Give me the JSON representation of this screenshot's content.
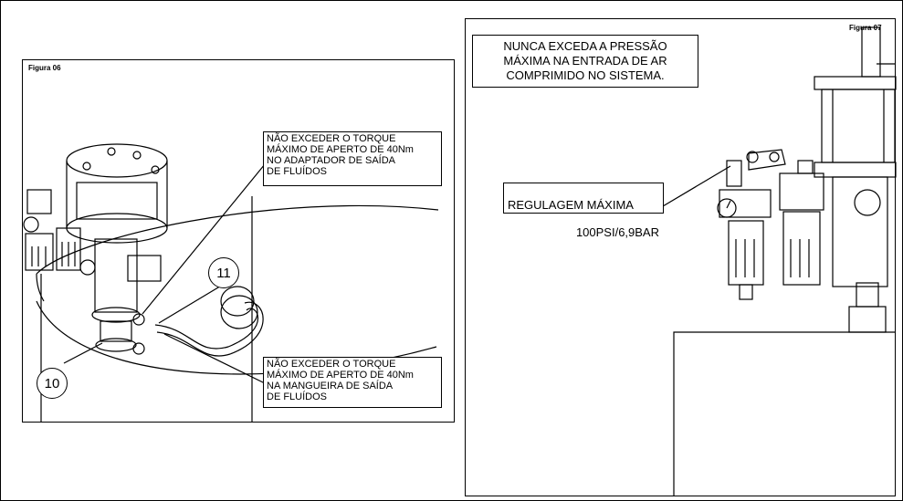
{
  "figure_06": {
    "label": "Figura 06",
    "note_top": "NÃO EXCEDER O TORQUE\nMÁXIMO DE APERTO DE 40Nm\nNO ADAPTADOR DE SAÍDA\nDE FLUÍDOS",
    "note_bottom": "NÃO EXCEDER O TORQUE\nMÁXIMO DE APERTO DE 40Nm\nNA MANGUEIRA DE SAÍDA\nDE FLUÍDOS",
    "callout_11": "11",
    "callout_10": "10"
  },
  "figure_07": {
    "label": "Figura 07",
    "warning": "NUNCA EXCEDA A PRESSÃO\nMÁXIMA NA ENTRADA DE AR\nCOMPRIMIDO NO SISTEMA.",
    "regulation_line1": "REGULAGEM MÁXIMA",
    "regulation_line2": "100PSI/6,9BAR"
  }
}
